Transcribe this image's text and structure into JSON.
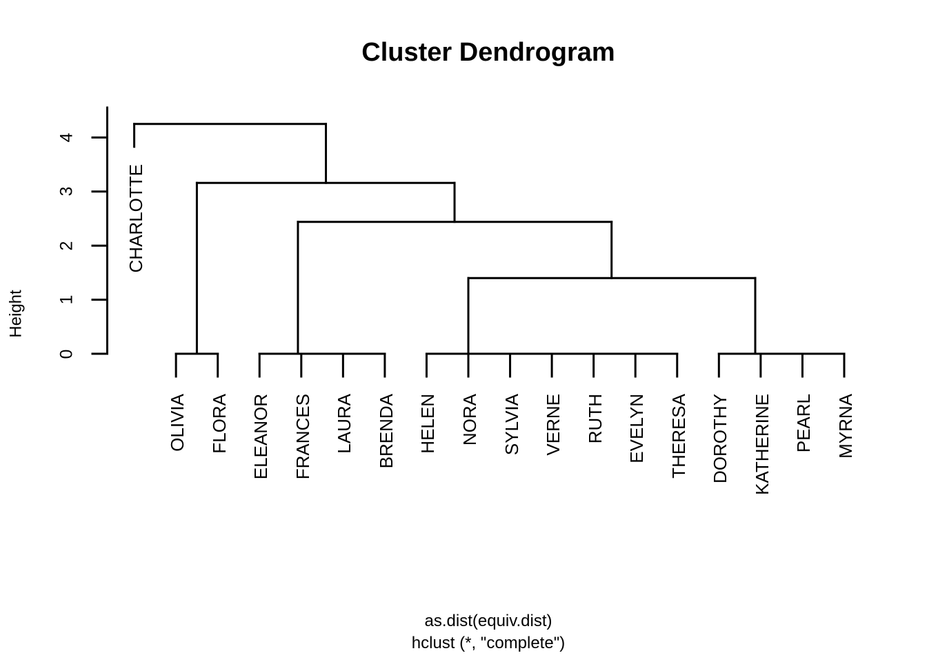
{
  "chart_data": {
    "type": "dendrogram",
    "title": "Cluster Dendrogram",
    "ylabel": "Height",
    "yticks": [
      0,
      1,
      2,
      3,
      4
    ],
    "ylim": [
      0,
      4.55
    ],
    "caption": [
      "as.dist(equiv.dist)",
      "hclust (*, \"complete\")"
    ],
    "hang": 0.42,
    "line_color": "#000000",
    "background": "#ffffff",
    "leaves": [
      "CHARLOTTE",
      "OLIVIA",
      "FLORA",
      "ELEANOR",
      "FRANCES",
      "LAURA",
      "BRENDA",
      "HELEN",
      "NORA",
      "SYLVIA",
      "VERNE",
      "RUTH",
      "EVELYN",
      "THERESA",
      "DOROTHY",
      "KATHERINE",
      "PEARL",
      "MYRNA"
    ],
    "tree": {
      "h": 4.25,
      "pos": 3.3,
      "children": [
        {
          "leaf": "CHARLOTTE",
          "pos": 1
        },
        {
          "h": 3.16,
          "pos": 5.59,
          "children": [
            {
              "h": 0,
              "pos": 2.5,
              "span": [
                2,
                3
              ],
              "leaves": [
                "OLIVIA",
                "FLORA"
              ]
            },
            {
              "h": 2.44,
              "pos": 8.67,
              "children": [
                {
                  "h": 0,
                  "pos": 4.92,
                  "span": [
                    4,
                    7
                  ],
                  "leaves": [
                    "ELEANOR",
                    "FRANCES",
                    "LAURA",
                    "BRENDA"
                  ]
                },
                {
                  "h": 1.4,
                  "pos": 12.43,
                  "children": [
                    {
                      "h": 0,
                      "pos": 9.0,
                      "span": [
                        8,
                        14
                      ],
                      "leaves": [
                        "HELEN",
                        "NORA",
                        "SYLVIA",
                        "VERNE",
                        "RUTH",
                        "EVELYN",
                        "THERESA"
                      ]
                    },
                    {
                      "h": 0,
                      "pos": 15.87,
                      "span": [
                        15,
                        18
                      ],
                      "leaves": [
                        "DOROTHY",
                        "KATHERINE",
                        "PEARL",
                        "MYRNA"
                      ]
                    }
                  ]
                }
              ]
            }
          ]
        }
      ]
    }
  }
}
